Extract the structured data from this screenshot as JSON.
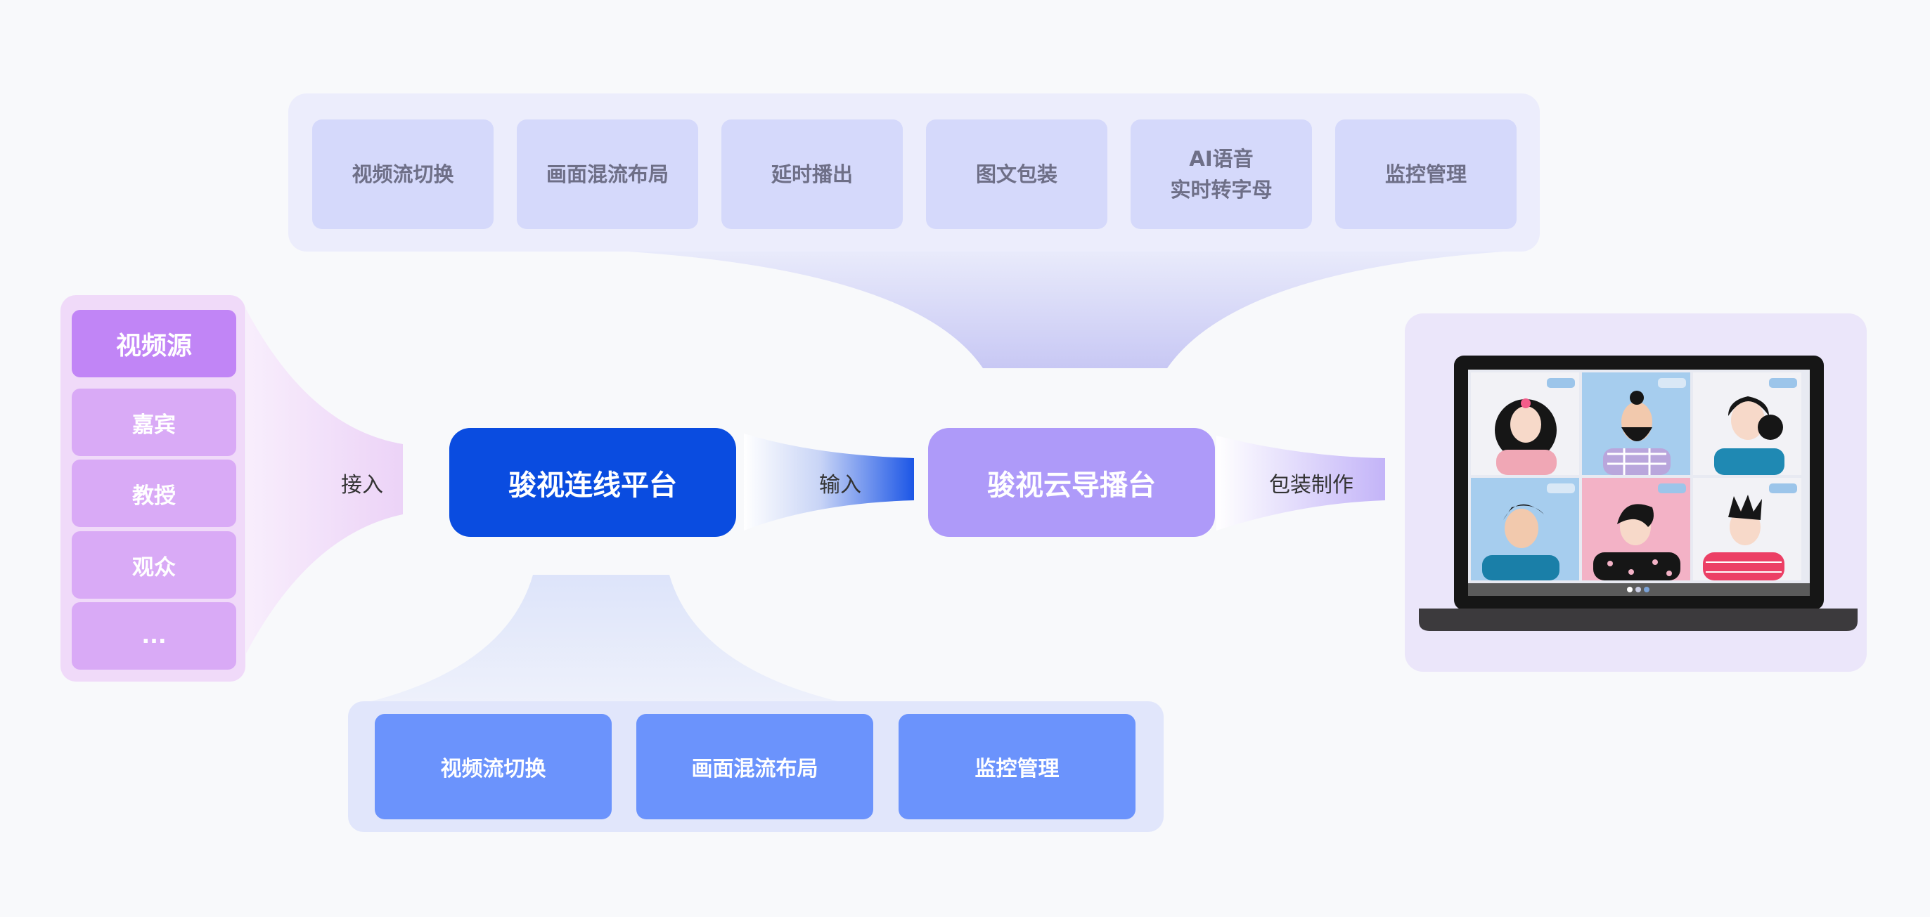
{
  "top_features": [
    "视频流切换",
    "画面混流布局",
    "延时播出",
    "图文包装",
    "AI语音\n实时转字母",
    "监控管理"
  ],
  "bottom_features": [
    "视频流切换",
    "画面混流布局",
    "监控管理"
  ],
  "source": {
    "title": "视频源",
    "items": [
      "嘉宾",
      "教授",
      "观众",
      "..."
    ]
  },
  "flow": {
    "access_label": "接入",
    "platform": "骏视连线平台",
    "input_label": "输入",
    "director": "骏视云导播台",
    "production_label": "包装制作"
  },
  "colors": {
    "platform": "#0a4ce0",
    "director": "#ae9af9",
    "source_head": "#c185f6",
    "source_item": "#d9aaf6",
    "top_card": "#d5d9fb",
    "bottom_card": "#6b93fc"
  },
  "output": {
    "icon": "laptop-video-conference-illustration"
  }
}
